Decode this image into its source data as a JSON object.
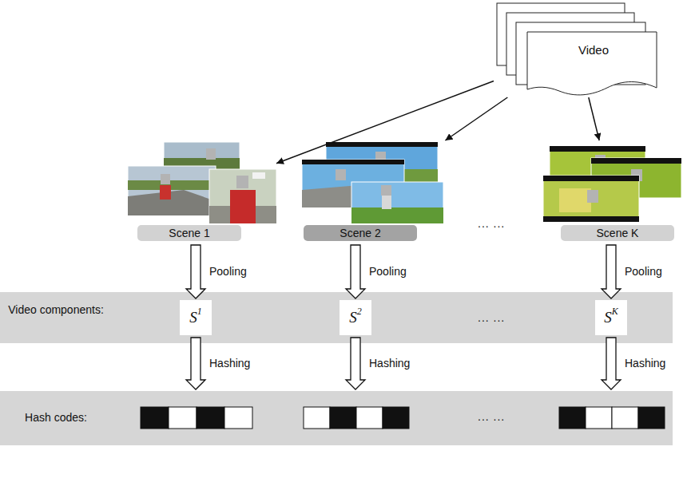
{
  "diagram": {
    "nodes": [
      {
        "text": [
          "Video"
        ]
      },
      {
        "text": [
          "Scene 1"
        ]
      },
      {
        "text": [
          "Scene 2"
        ]
      },
      {
        "text": [
          "Scene K"
        ]
      },
      {
        "text": [
          "Video components:"
        ]
      },
      {
        "text": [
          "S",
          "1"
        ],
        "in": 4
      },
      {
        "text": [
          "S",
          "2"
        ],
        "in": 4
      },
      {
        "text": [
          "S",
          "K"
        ],
        "in": 4
      },
      {
        "text": [
          "Hash codes:"
        ]
      }
    ],
    "edges": [
      {
        "from": 0,
        "to": 1,
        "arrow": "to"
      },
      {
        "from": 0,
        "to": 2,
        "arrow": "to"
      },
      {
        "from": 0,
        "to": 3,
        "arrow": "to"
      },
      {
        "from": 1,
        "to": 5,
        "label": "Pooling",
        "arrow": "to"
      },
      {
        "from": 2,
        "to": 6,
        "label": "Pooling",
        "arrow": "to"
      },
      {
        "from": 3,
        "to": 7,
        "label": "Pooling",
        "arrow": "to"
      },
      {
        "from": 5,
        "to": 8,
        "label": "Hashing",
        "arrow": "to"
      },
      {
        "from": 6,
        "to": 8,
        "label": "Hashing",
        "arrow": "to"
      },
      {
        "from": 7,
        "to": 8,
        "label": "Hashing",
        "arrow": "to"
      }
    ],
    "labels": [
      "... ...",
      "... ...",
      "... ..."
    ]
  }
}
